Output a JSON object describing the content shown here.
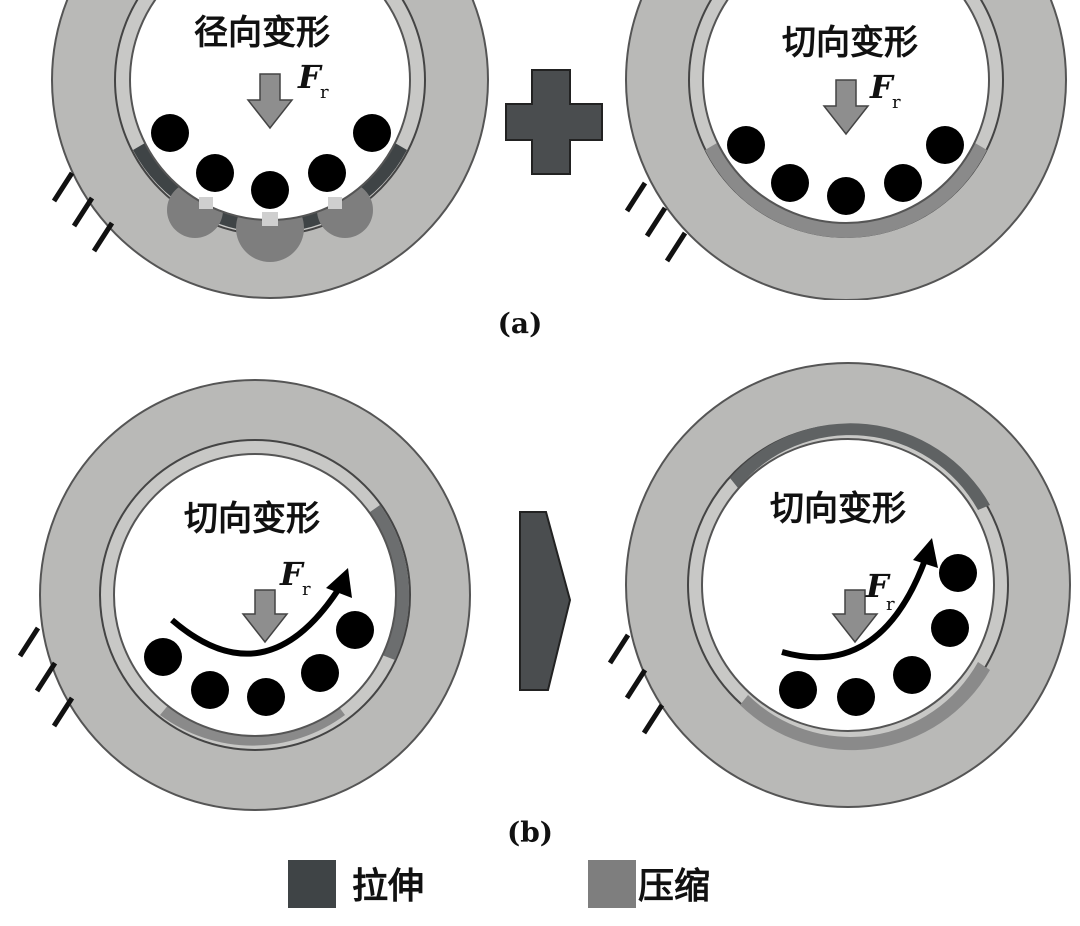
{
  "panel_a": {
    "left_title": "径向变形",
    "right_title": "切向变形",
    "force_label": "F",
    "force_subscript": "r",
    "caption": "(a)"
  },
  "panel_b": {
    "left_title": "切向变形",
    "right_title": "切向变形",
    "force_label": "F",
    "force_subscript": "r",
    "caption": "(b)"
  },
  "legend": {
    "tension_label": "拉伸",
    "compression_label": "压缩"
  },
  "colors": {
    "ring": "#b9b9b7",
    "ring_edge": "#555555",
    "tension": "#3f4446",
    "compression": "#7e7e7e",
    "arrow": "#8e8e8e",
    "ball": "#000000"
  }
}
